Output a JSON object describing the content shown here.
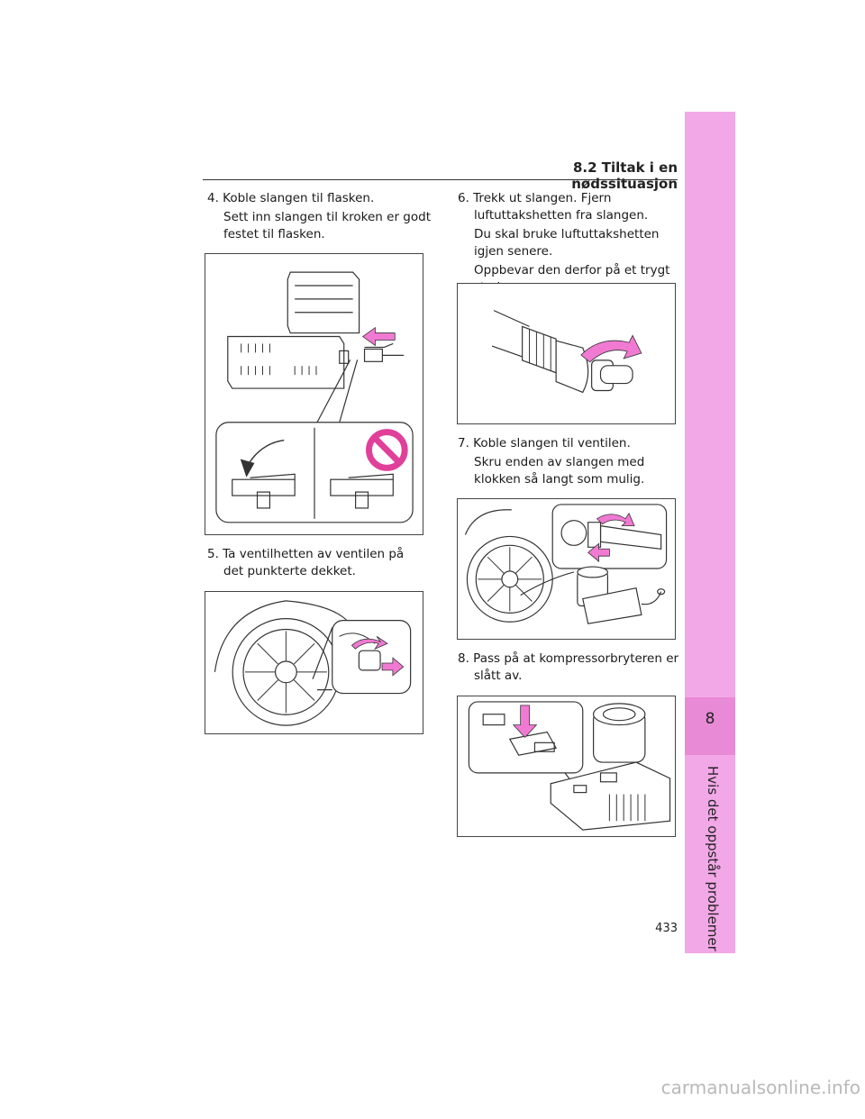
{
  "header": {
    "section_title": "8.2 Tiltak i en nødssituasjon"
  },
  "side_tab": {
    "chapter_number": "8",
    "chapter_title": "Hvis det oppstår problemer",
    "color": "#f2a8e6"
  },
  "steps": [
    {
      "head": "4. Koble slangen til flasken.",
      "sub": [
        "Sett inn slangen til kroken er godt festet til flasken."
      ]
    },
    {
      "head": "5. Ta ventilhetten av ventilen på det punkterte dekket.",
      "sub": []
    },
    {
      "head": "6. Trekk ut slangen. Fjern luftuttakshetten fra slangen.",
      "sub": [
        "Du skal bruke luftuttakshetten igjen senere.",
        "Oppbevar den derfor på et trygt sted."
      ]
    },
    {
      "head": "7. Koble slangen til ventilen.",
      "sub": [
        "Skru enden av slangen med klokken så langt som mulig."
      ]
    },
    {
      "head": "8. Pass på at kompressorbryteren er slått av.",
      "sub": []
    }
  ],
  "figures": [
    {
      "icon": "hose-bottle-connection-illustration"
    },
    {
      "icon": "tire-valve-cap-illustration"
    },
    {
      "icon": "hose-cap-removal-illustration"
    },
    {
      "icon": "hose-valve-connection-illustration"
    },
    {
      "icon": "compressor-switch-illustration"
    }
  ],
  "page_number": "433",
  "footer": "carmanualsonline.info",
  "colors": {
    "accent_pink": "#f2a8e6",
    "arrow_pink": "#f07ad2",
    "prohibit_pink": "#e0409a"
  }
}
